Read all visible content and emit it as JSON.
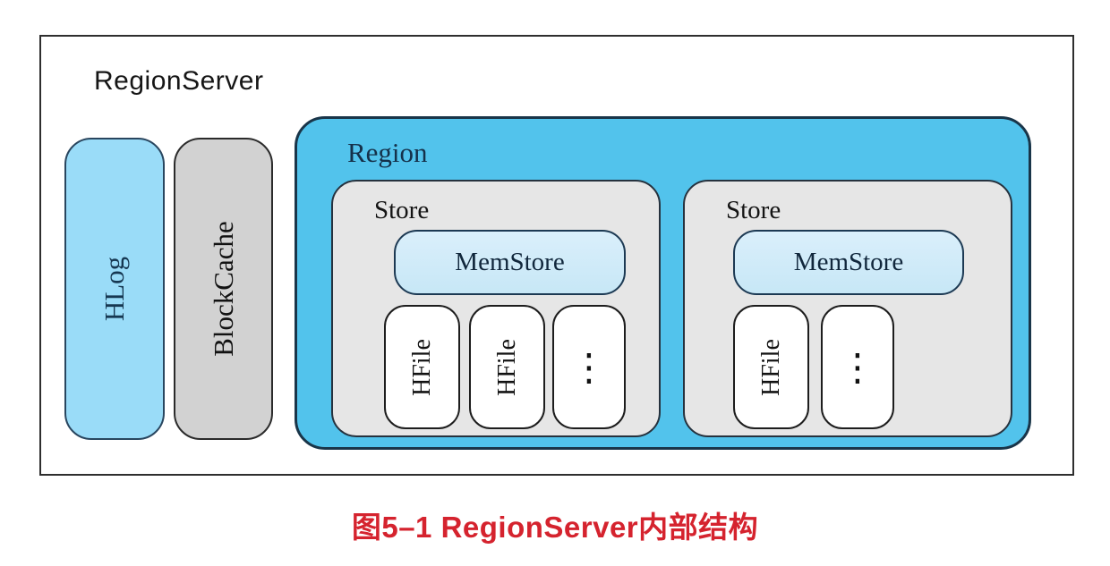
{
  "figure": {
    "outer_label": "RegionServer",
    "hlog_label": "HLog",
    "blockcache_label": "BlockCache",
    "region_label": "Region",
    "stores": [
      {
        "label": "Store",
        "memstore_label": "MemStore",
        "hfiles": [
          "HFile",
          "HFile"
        ],
        "ellipsis": "⋮"
      },
      {
        "label": "Store",
        "memstore_label": "MemStore",
        "hfiles": [
          "HFile"
        ],
        "ellipsis": "⋮"
      }
    ],
    "caption": "图5–1 RegionServer内部结构"
  },
  "colors": {
    "region_fill": "#52c3ec",
    "hlog_fill": "#9adcf8",
    "memstore_fill": "#cfeaf8",
    "blockcache_fill": "#d2d2d2",
    "store_fill": "#e6e6e6",
    "hfile_fill": "#ffffff",
    "caption_red": "#d5232e",
    "border_dark": "#1d1d1d"
  }
}
